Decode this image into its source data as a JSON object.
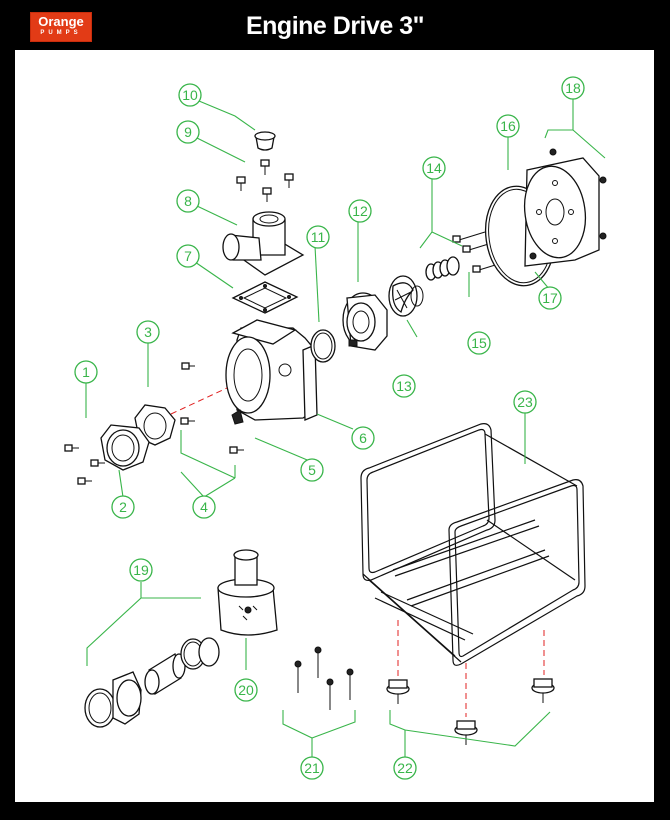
{
  "header": {
    "brand_top": "Orange",
    "brand_bottom": "PUMPS",
    "title": "Engine Drive 3\""
  },
  "callouts": [
    "1",
    "2",
    "3",
    "4",
    "5",
    "6",
    "7",
    "8",
    "9",
    "10",
    "11",
    "12",
    "13",
    "14",
    "15",
    "16",
    "17",
    "18",
    "19",
    "20",
    "21",
    "22",
    "23"
  ],
  "colors": {
    "frame": "#000000",
    "brand": "#e23b16",
    "callout": "#39b54a",
    "centerline": "#e02020"
  }
}
